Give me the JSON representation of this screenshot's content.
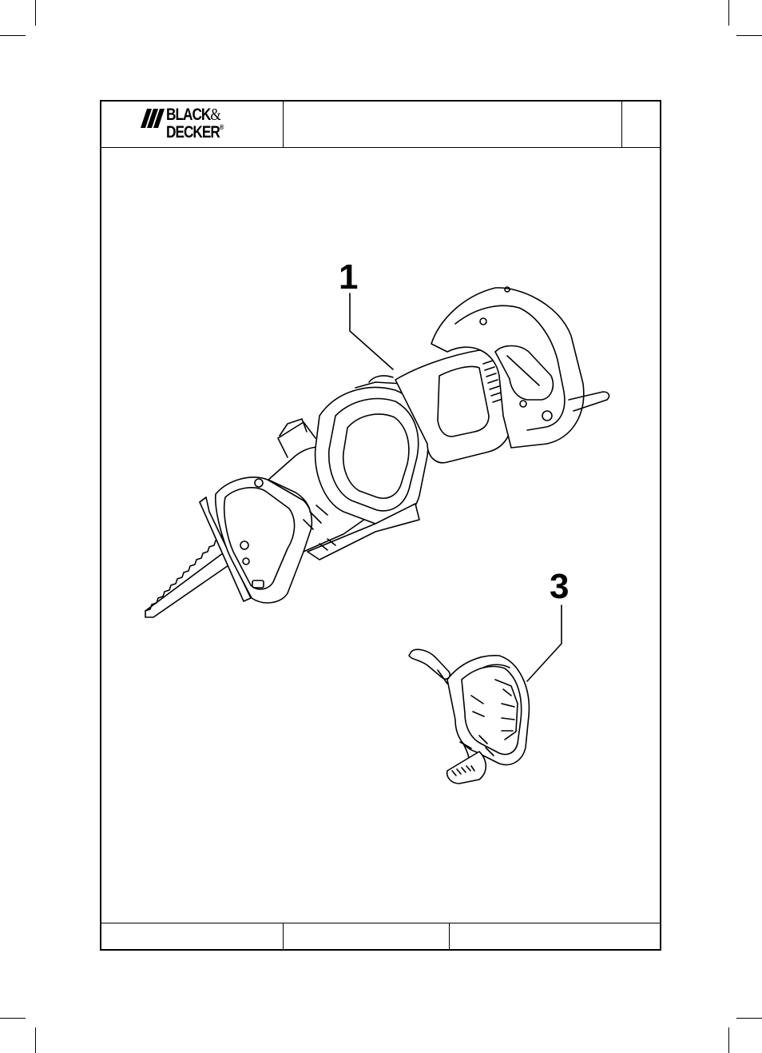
{
  "brand": {
    "line1": "BLACK",
    "ampersand": "&",
    "line2": "DECKER",
    "registered": "®"
  },
  "callouts": {
    "main_tool": "1",
    "accessory": "3"
  },
  "colors": {
    "ink": "#000000",
    "paper": "#ffffff"
  }
}
